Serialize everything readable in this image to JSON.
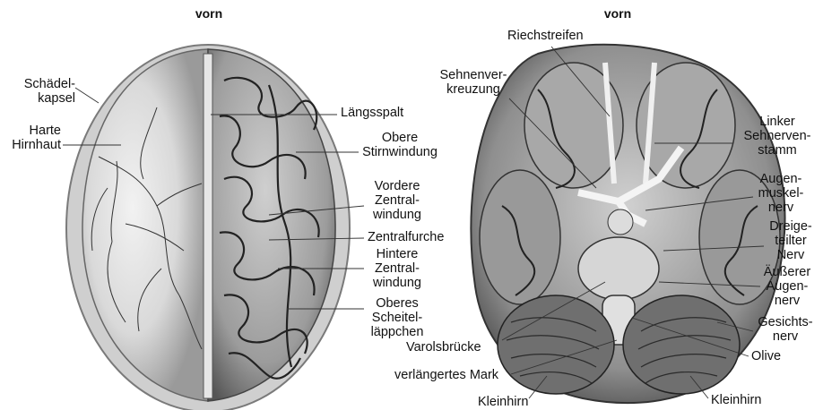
{
  "left_panel": {
    "heading": "vorn",
    "labels": {
      "schaedelkapsel": "Schädel-\nkapsel",
      "harte_hirnhaut": "Harte\nHirnhaut",
      "laengsspalt": "Längsspalt",
      "obere_stirnwindung": "Obere\nStirnwindung",
      "vordere_zentralwindung": "Vordere\nZentral-\nwindung",
      "zentralfurche": "Zentralfurche",
      "hintere_zentralwindung": "Hintere\nZentral-\nwindung",
      "oberes_scheitellaeppchen": "Oberes\nScheitel-\nläppchen"
    }
  },
  "right_panel": {
    "heading": "vorn",
    "labels": {
      "riechstreifen": "Riechstreifen",
      "sehnenverkreuzung": "Sehnenver-\nkreuzung",
      "linker_sehnervenstamm": "Linker\nSehnerven-\nstamm",
      "augenmuskelnerv": "Augen-\nmuskel-\nnerv",
      "dreigeteilter_nerv": "Dreige-\nteilter\nNerv",
      "aeusserer_augennerv": "Äußerer\nAugen-\nnerv",
      "gesichtsnerv": "Gesichts-\nnerv",
      "olive": "Olive",
      "varolsbruecke": "Varolsbrücke",
      "verlaengertes_mark": "verlängertes Mark",
      "kleinhirn_left": "Kleinhirn",
      "kleinhirn_right": "Kleinhirn"
    }
  }
}
